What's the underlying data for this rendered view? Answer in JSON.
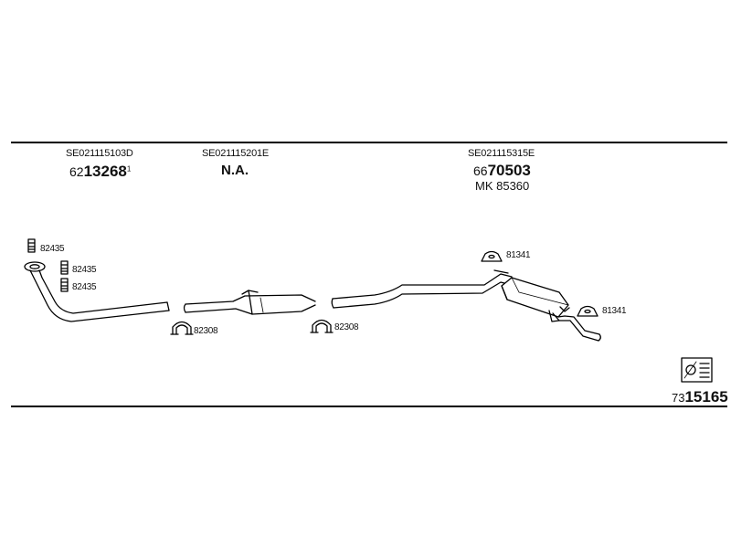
{
  "header": {
    "front": {
      "code": "SE021115103D",
      "part_prefix": "62",
      "part_main": "13268",
      "part_suffix": "1"
    },
    "middle": {
      "code": "SE021115201E",
      "part": "N.A."
    },
    "rear": {
      "code": "SE021115315E",
      "part_prefix": "66",
      "part_main": "70503",
      "mk": "MK  85360"
    }
  },
  "labels": {
    "clamp_a1": "82435",
    "clamp_a2": "82435",
    "clamp_a3": "82435",
    "clamp_mid_1": "82308",
    "clamp_mid_2": "82308",
    "hanger_1": "81341",
    "hanger_2": "81341"
  },
  "footer": {
    "prefix": "73",
    "main": "15165"
  },
  "colors": {
    "line": "#000000",
    "background": "#ffffff"
  }
}
